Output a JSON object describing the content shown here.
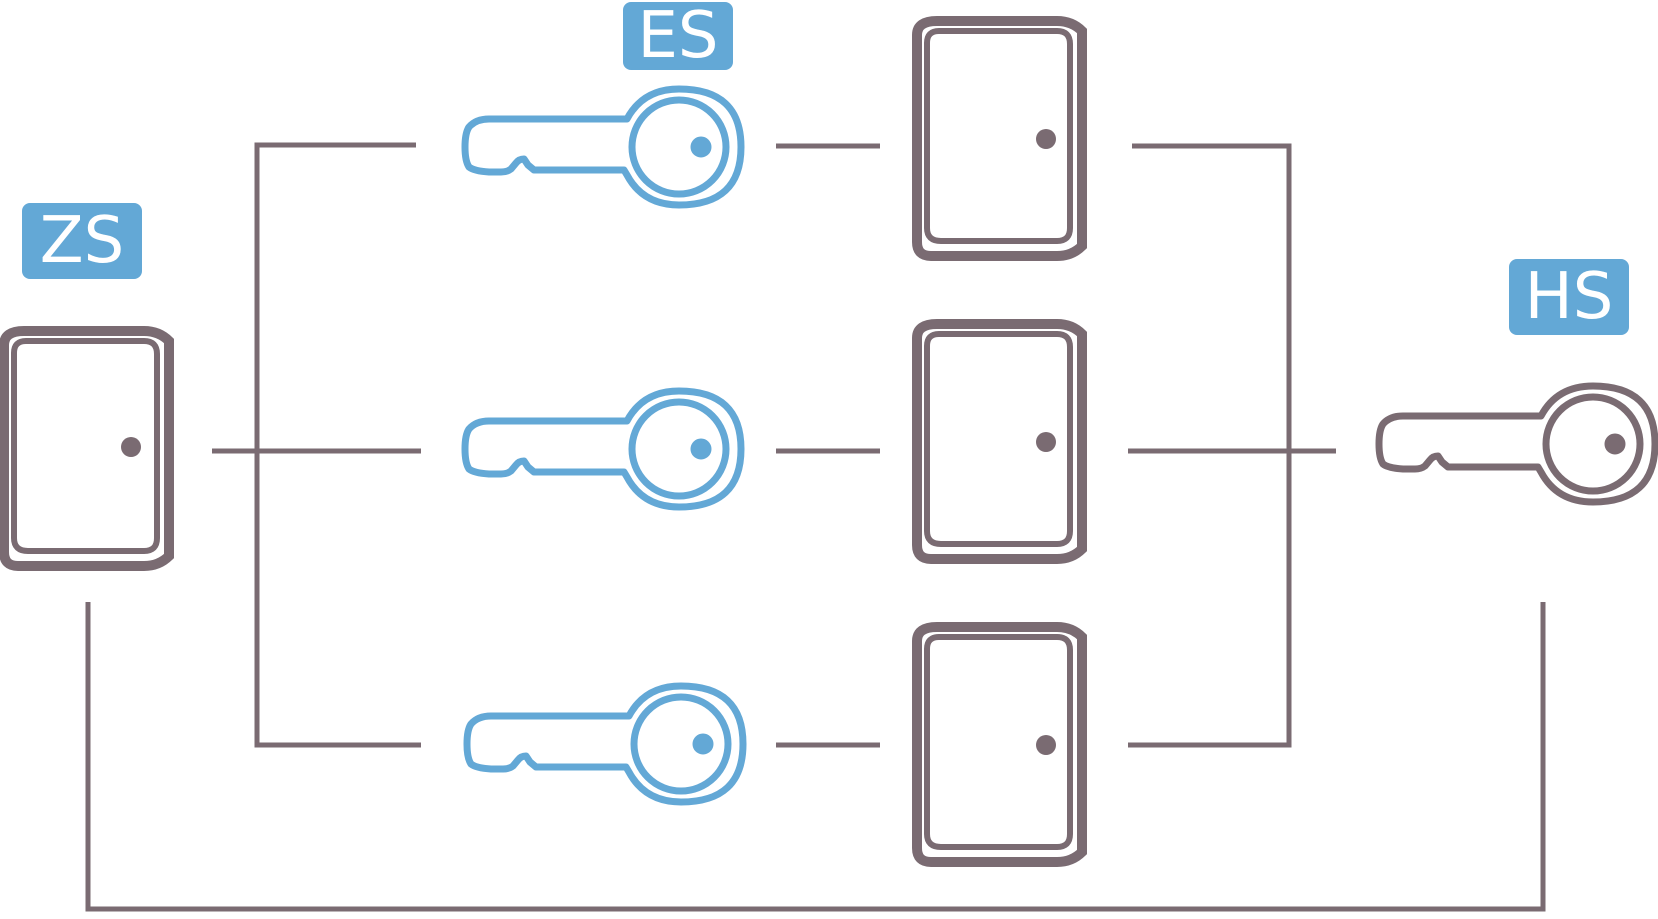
{
  "colors": {
    "gray": "#7a6b72",
    "blue": "#63a8d6",
    "badge_text": "#ffffff",
    "background": "#ffffff"
  },
  "badges": {
    "zs": "ZS",
    "es": "ES",
    "hs": "HS"
  },
  "icons": {
    "door": "door-icon",
    "key": "key-icon"
  }
}
